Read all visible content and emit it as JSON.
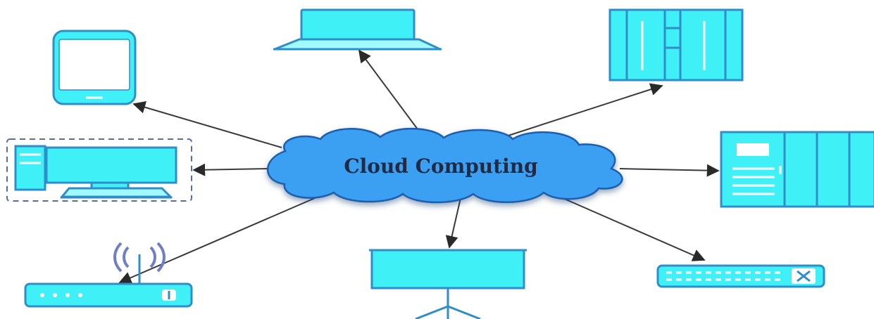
{
  "diagram": {
    "hub": {
      "label": "Cloud Computing"
    },
    "nodes": [
      {
        "id": "laptop",
        "icon": "laptop-icon"
      },
      {
        "id": "server-rack",
        "icon": "server-rack-icon"
      },
      {
        "id": "smartphone",
        "icon": "smartphone-icon"
      },
      {
        "id": "desktop",
        "icon": "desktop-computer-icon"
      },
      {
        "id": "server-cabinet",
        "icon": "server-cabinet-icon"
      },
      {
        "id": "wireless-router",
        "icon": "wireless-router-icon"
      },
      {
        "id": "projector-screen",
        "icon": "projector-screen-icon"
      },
      {
        "id": "network-switch",
        "icon": "network-switch-icon"
      }
    ],
    "colors": {
      "cloud_fill": "#3aa0f2",
      "cloud_stroke": "#1b5fae",
      "device_fill": "#3ff0f6",
      "device_stroke": "#2f8ec8",
      "edge": "#3a3a3a",
      "antenna_waves": "#6f7fc7"
    }
  }
}
